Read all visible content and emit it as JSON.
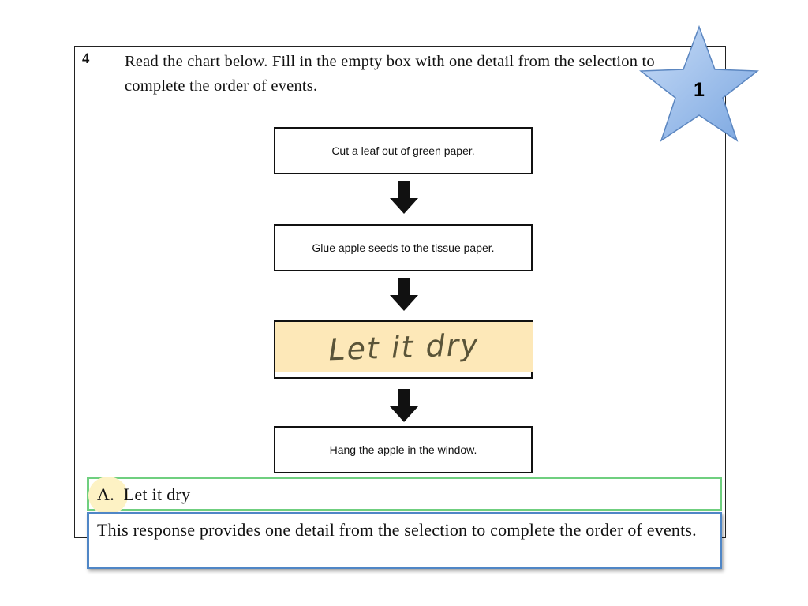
{
  "question": {
    "number": "4",
    "text": "Read the chart below. Fill in the empty box with one detail from the selection to complete the order of events."
  },
  "score_badge": {
    "value": "1",
    "icon": "star-icon",
    "color": "#8fb6ea"
  },
  "chart": {
    "steps": [
      "Cut a leaf out of green paper.",
      "Glue apple seeds to the tissue paper.",
      "Let it dry",
      "Hang the apple in the window."
    ],
    "student_answer_fill": "#fde8b8"
  },
  "annotations": {
    "answer_label": "A.  Let it dry",
    "explanation": "This response provides one detail from the selection to complete the order of events.",
    "answer_border_color": "#6fcf7f",
    "explanation_border_color": "#4f86c6"
  }
}
